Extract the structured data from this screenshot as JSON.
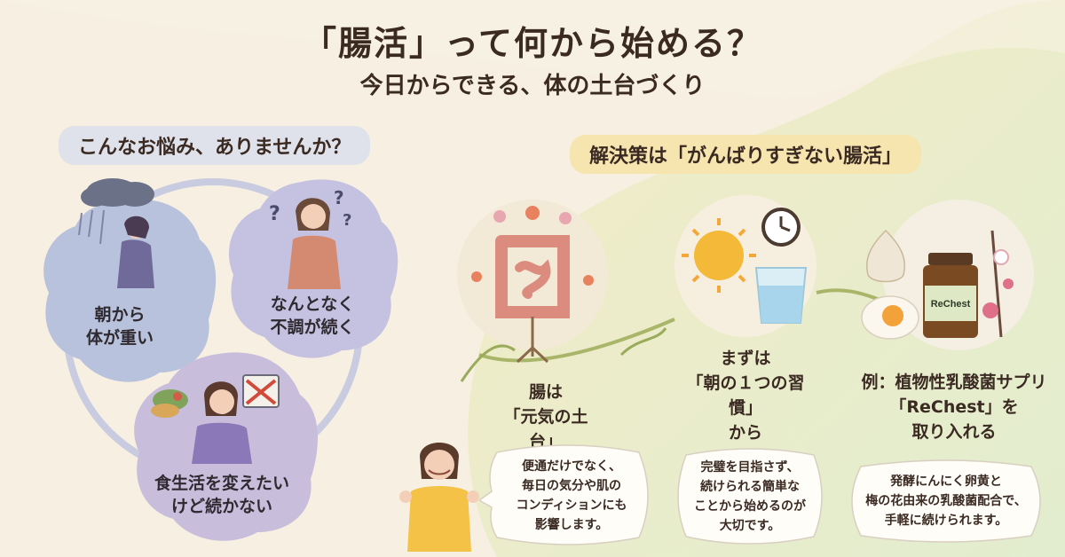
{
  "header": {
    "title": "「腸活」って何から始める？",
    "subtitle": "今日からできる、体の土台づくり"
  },
  "problems": {
    "heading": "こんなお悩み、ありませんか？",
    "items": [
      {
        "line1": "朝から",
        "line2": "体が重い"
      },
      {
        "line1": "なんとなく",
        "line2": "不調が続く"
      },
      {
        "line1": "食生活を変えたい",
        "line2": "けど続かない"
      }
    ]
  },
  "solution": {
    "heading": "解決策は「がんばりすぎない腸活」",
    "steps": [
      {
        "line1": "腸は",
        "line2": "「元気の土台」",
        "line3": "",
        "bubble": [
          "便通だけでなく、",
          "毎日の気分や肌の",
          "コンディションにも",
          "影響します。"
        ]
      },
      {
        "line1": "まずは",
        "line2": "「朝の１つの習慣」",
        "line3": "から",
        "bubble": [
          "完璧を目指さず、",
          "続けられる簡単な",
          "ことから始めるのが",
          "大切です。"
        ]
      },
      {
        "line1": "例：植物性乳酸菌サプリ",
        "line2": "「ReChest」を",
        "line3": "取り入れる",
        "bubble": [
          "発酵にんにく卵黄と",
          "梅の花由来の乳酸菌配合で、",
          "手軽に続けられます。"
        ]
      }
    ],
    "product_label": "ReChest"
  },
  "colors": {
    "background": "#f6efe2",
    "green_wave": "#e9efcc",
    "problem_blob_1": "#b9c2dc",
    "problem_blob_2": "#c4c2e0",
    "problem_blob_3": "#c8bedc",
    "heading_pill_left": "#dfe2ea",
    "heading_pill_right": "#f7e5b0"
  }
}
